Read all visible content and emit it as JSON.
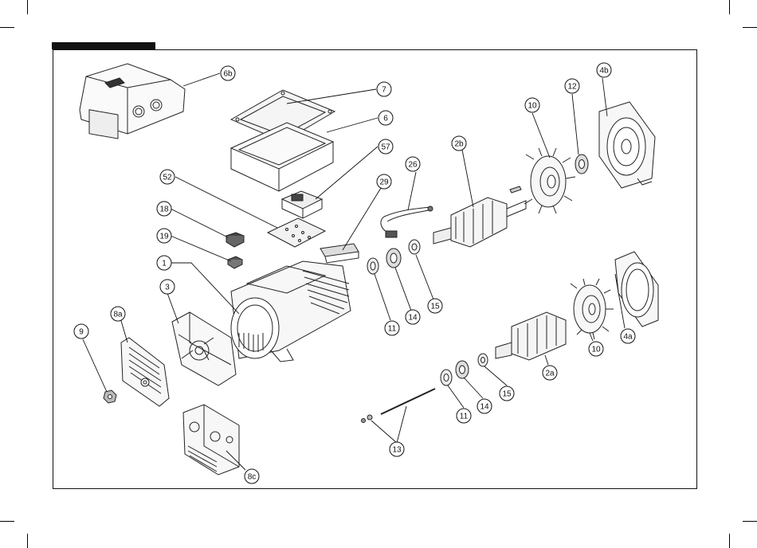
{
  "callouts": [
    {
      "id": "6b",
      "label": "6b"
    },
    {
      "id": "7",
      "label": "7"
    },
    {
      "id": "6",
      "label": "6"
    },
    {
      "id": "57",
      "label": "57"
    },
    {
      "id": "52",
      "label": "52"
    },
    {
      "id": "18",
      "label": "18"
    },
    {
      "id": "19",
      "label": "19"
    },
    {
      "id": "1",
      "label": "1"
    },
    {
      "id": "3",
      "label": "3"
    },
    {
      "id": "8a",
      "label": "8a"
    },
    {
      "id": "9",
      "label": "9"
    },
    {
      "id": "8c",
      "label": "8c"
    },
    {
      "id": "29",
      "label": "29"
    },
    {
      "id": "26",
      "label": "26"
    },
    {
      "id": "2b",
      "label": "2b"
    },
    {
      "id": "10-top",
      "label": "10"
    },
    {
      "id": "12",
      "label": "12"
    },
    {
      "id": "4b",
      "label": "4b"
    },
    {
      "id": "11-top",
      "label": "11"
    },
    {
      "id": "14-top",
      "label": "14"
    },
    {
      "id": "15-top",
      "label": "15"
    },
    {
      "id": "4a",
      "label": "4a"
    },
    {
      "id": "10-bottom",
      "label": "10"
    },
    {
      "id": "2a",
      "label": "2a"
    },
    {
      "id": "15-bottom",
      "label": "15"
    },
    {
      "id": "14-bottom",
      "label": "14"
    },
    {
      "id": "11-bottom",
      "label": "11"
    },
    {
      "id": "13",
      "label": "13"
    }
  ]
}
